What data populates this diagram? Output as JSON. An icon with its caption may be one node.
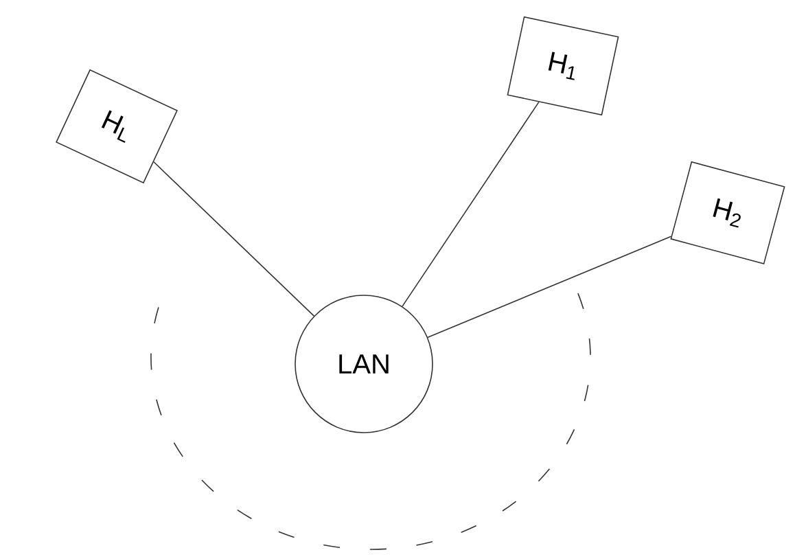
{
  "diagram": {
    "nodes": [
      {
        "text": [
          "H$_{L}$"
        ]
      },
      {
        "text": [
          "H$_{1}$"
        ]
      },
      {
        "text": [
          "H$_{2}$"
        ]
      },
      {
        "text": [
          "LAN"
        ]
      }
    ],
    "edges": [
      {
        "from": 0,
        "to": 3,
        "arrow": "none"
      },
      {
        "from": 1,
        "to": 3,
        "arrow": "none"
      },
      {
        "from": 2,
        "to": 3,
        "arrow": "none"
      }
    ]
  }
}
